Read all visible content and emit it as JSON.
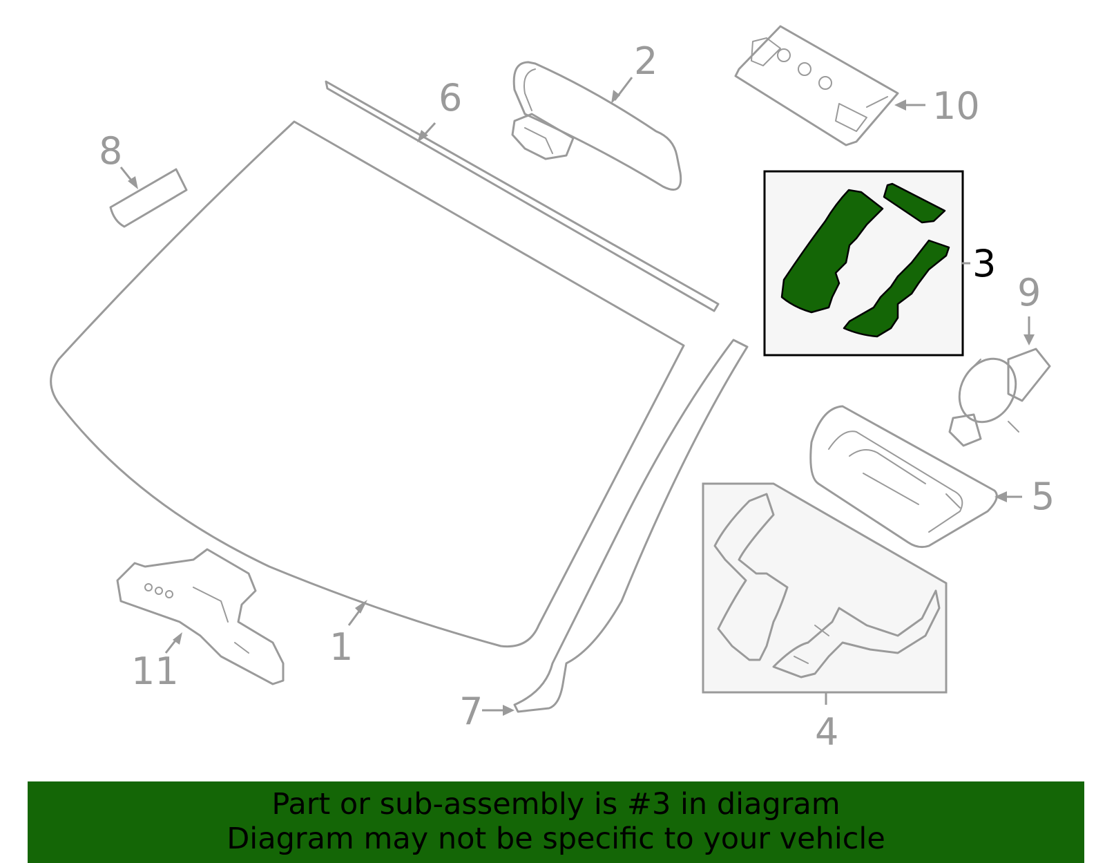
{
  "callouts": {
    "c1": "1",
    "c2": "2",
    "c3": "3",
    "c4": "4",
    "c5": "5",
    "c6": "6",
    "c7": "7",
    "c8": "8",
    "c9": "9",
    "c10": "10",
    "c11": "11"
  },
  "banner": {
    "line1": "Part or sub-assembly is #3 in diagram",
    "line2": "Diagram may not be specific to your vehicle"
  },
  "colors": {
    "highlight": "#146606",
    "line_art": "#9a9a9a",
    "inset_bg": "#f6f6f6"
  }
}
